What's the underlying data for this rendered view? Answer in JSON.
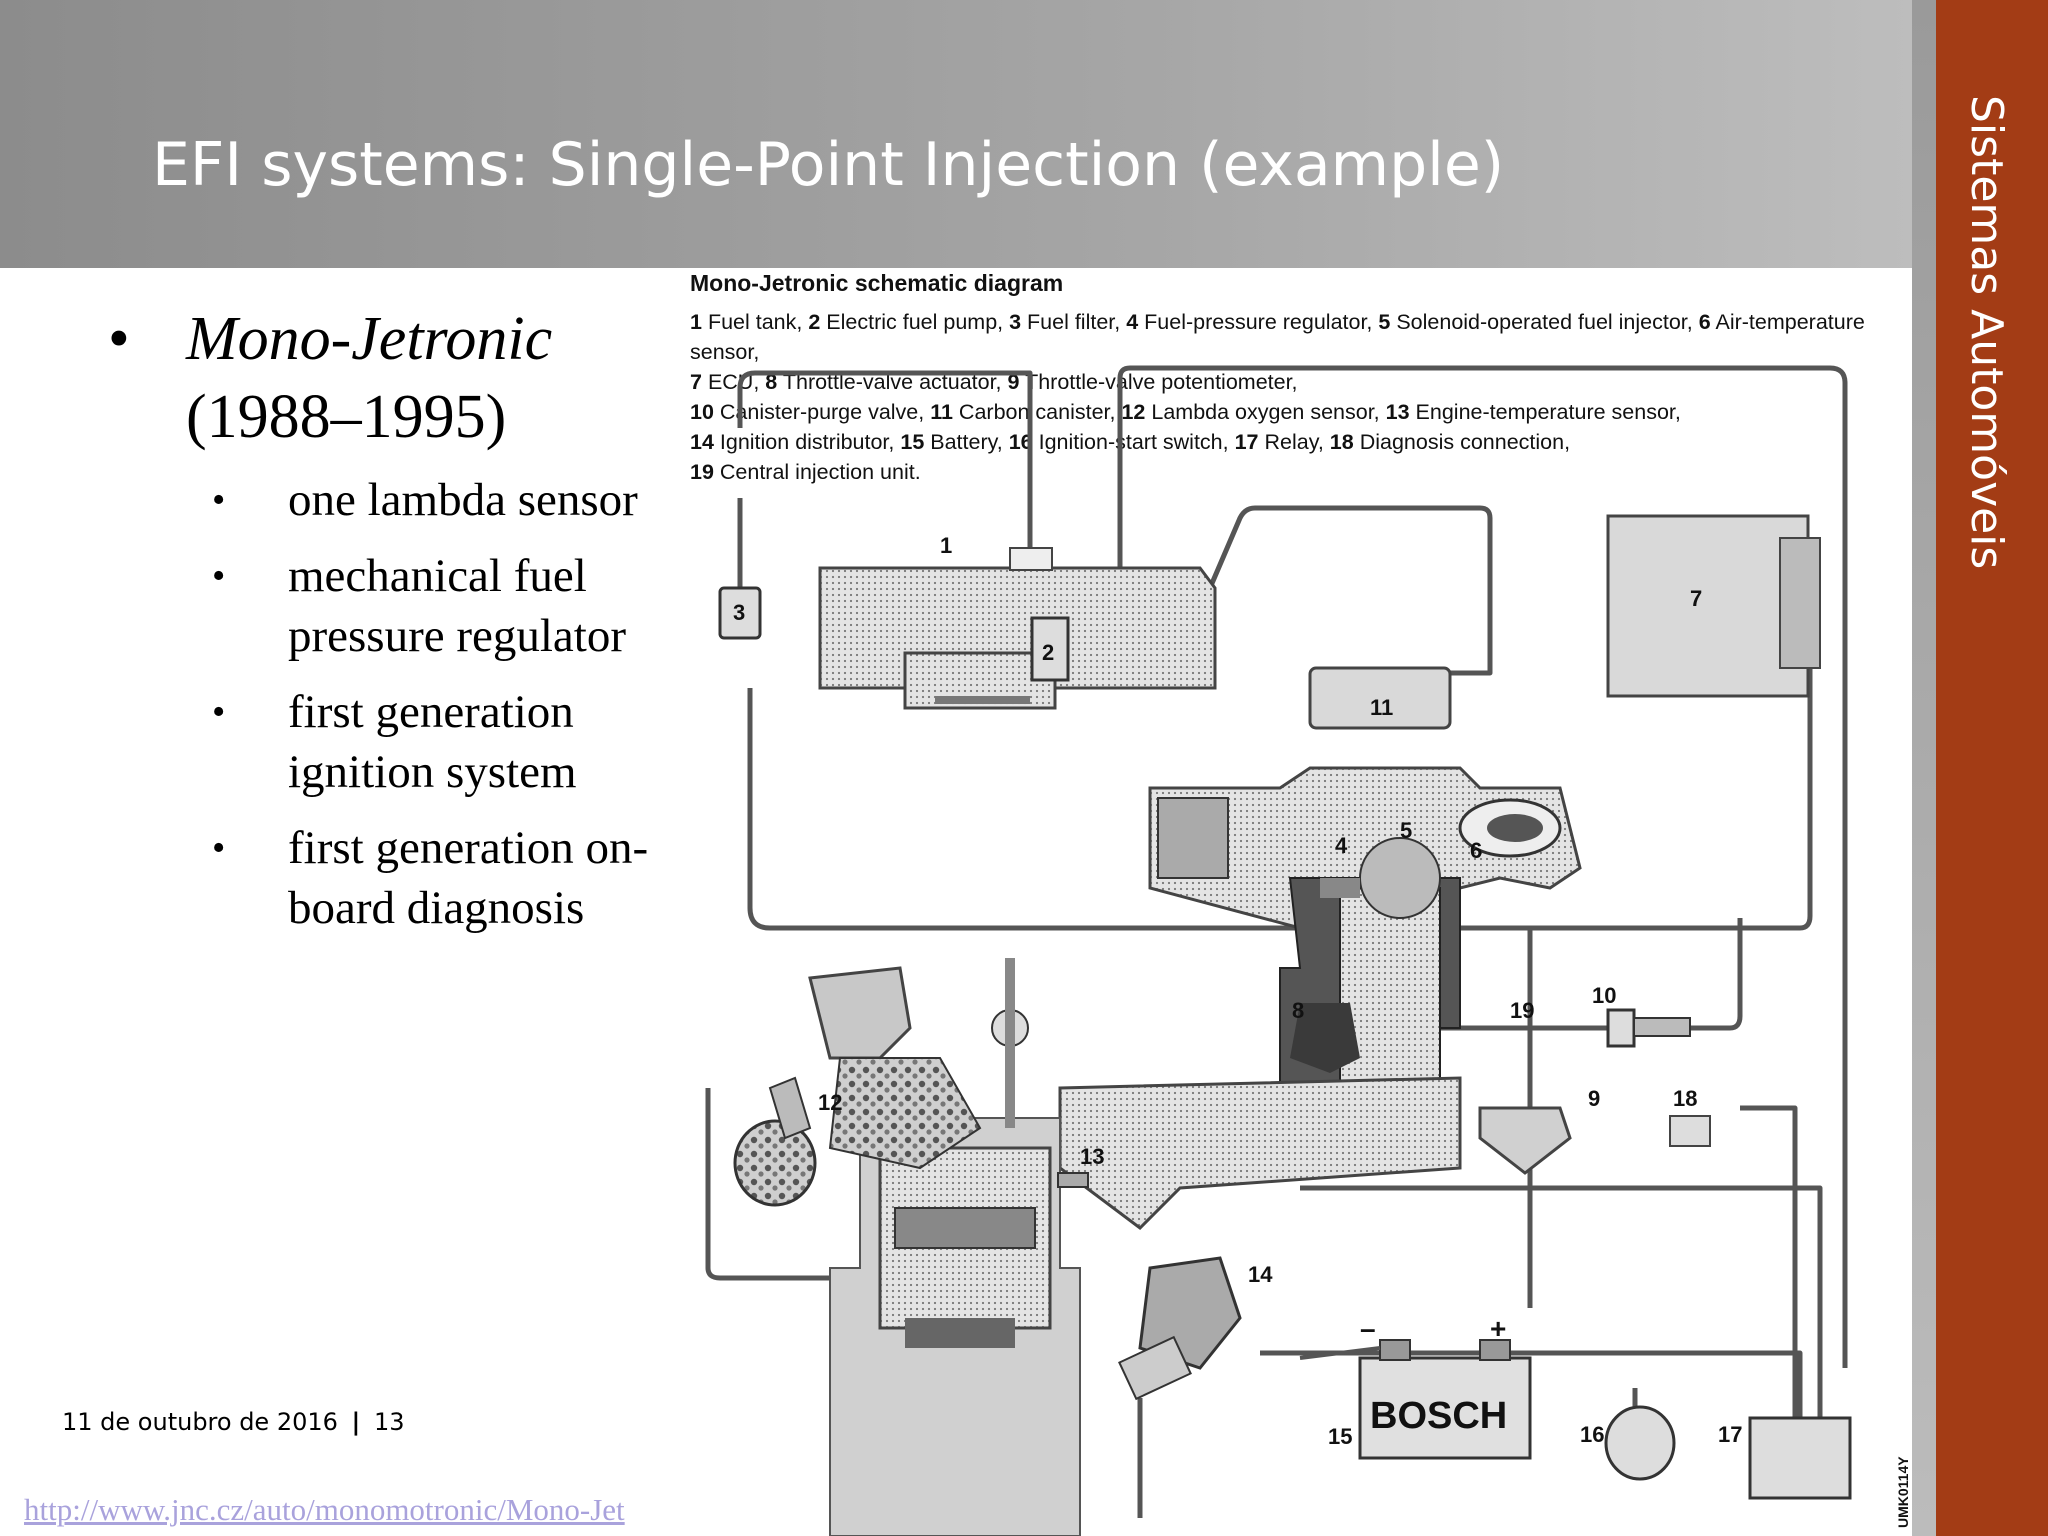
{
  "slide": {
    "title": "EFI systems: Single-Point Injection (example)",
    "side_label": "Sistemas Automóveis",
    "main_bullet": {
      "italic": "Mono-Jetronic",
      "text": "(1988–1995)"
    },
    "sub_bullets": [
      "one lambda sensor",
      "mechanical fuel pressure regulator",
      "first generation ignition system",
      "first generation on-board diagnosis"
    ],
    "footer": {
      "date": "11 de outubro de 2016",
      "separator": "|",
      "page": "13"
    },
    "source_link": "http://www.jnc.cz/auto/monomotronic/Mono-Jet"
  },
  "diagram": {
    "title": "Mono-Jetronic schematic diagram",
    "legend": [
      {
        "num": "1",
        "label": "Fuel tank"
      },
      {
        "num": "2",
        "label": "Electric fuel pump"
      },
      {
        "num": "3",
        "label": "Fuel filter"
      },
      {
        "num": "4",
        "label": "Fuel-pressure regulator"
      },
      {
        "num": "5",
        "label": "Solenoid-operated fuel injector"
      },
      {
        "num": "6",
        "label": "Air-temperature sensor"
      },
      {
        "num": "7",
        "label": "ECU"
      },
      {
        "num": "8",
        "label": "Throttle-valve actuator"
      },
      {
        "num": "9",
        "label": "Throttle-valve potentiometer"
      },
      {
        "num": "10",
        "label": "Canister-purge valve"
      },
      {
        "num": "11",
        "label": "Carbon canister"
      },
      {
        "num": "12",
        "label": "Lambda oxygen sensor"
      },
      {
        "num": "13",
        "label": "Engine-temperature sensor"
      },
      {
        "num": "14",
        "label": "Ignition distributor"
      },
      {
        "num": "15",
        "label": "Battery"
      },
      {
        "num": "16",
        "label": "Ignition-start switch"
      },
      {
        "num": "17",
        "label": "Relay"
      },
      {
        "num": "18",
        "label": "Diagnosis connection"
      },
      {
        "num": "19",
        "label": "Central injection unit"
      }
    ],
    "battery_brand": "BOSCH",
    "battery_minus": "–",
    "battery_plus": "+",
    "image_code": "UMK0114Y"
  }
}
